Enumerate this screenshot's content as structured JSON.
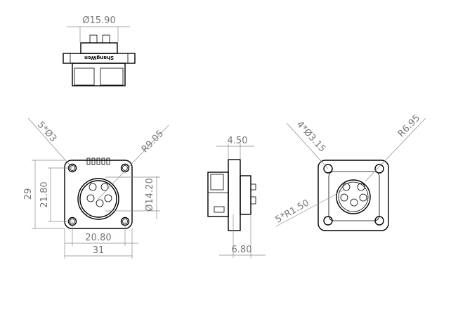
{
  "drawing": {
    "top_view": {
      "diameter_label": "Ø15.90",
      "logo_text": "ShangWen"
    },
    "front_view": {
      "holes_label": "5*Ø3",
      "radius_label": "R9.05",
      "height_label": "29",
      "hole_spacing_vertical_label": "21.80",
      "inner_diameter_label": "Ø14.20",
      "hole_spacing_horizontal_label": "20.80",
      "width_label": "31"
    },
    "side_view": {
      "flange_thickness_label": "4.50",
      "rear_depth_label": "6.80"
    },
    "rear_view": {
      "holes_label": "4*Ø3.15",
      "radius_label": "R6.95",
      "pin_radius_label": "5*R1.50"
    }
  }
}
